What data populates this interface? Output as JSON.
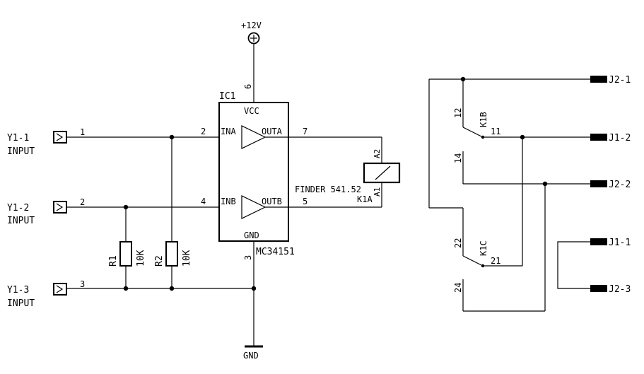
{
  "power": {
    "vcc_net": "+12V",
    "gnd_net": "GND"
  },
  "inputs": [
    {
      "name": "Y1-1",
      "type": "INPUT",
      "pin": "1"
    },
    {
      "name": "Y1-2",
      "type": "INPUT",
      "pin": "2"
    },
    {
      "name": "Y1-3",
      "type": "INPUT",
      "pin": "3"
    }
  ],
  "ic": {
    "ref": "IC1",
    "part": "MC34151",
    "vcc_label": "VCC",
    "gnd_label": "GND",
    "vcc_pin": "6",
    "gnd_pin": "3",
    "channels": [
      {
        "in_label": "INA",
        "out_label": "OUTA",
        "in_pin": "2",
        "out_pin": "7"
      },
      {
        "in_label": "INB",
        "out_label": "OUTB",
        "in_pin": "4",
        "out_pin": "5"
      }
    ]
  },
  "resistors": [
    {
      "ref": "R1",
      "value": "10K"
    },
    {
      "ref": "R2",
      "value": "10K"
    }
  ],
  "relay": {
    "ref": "K1A",
    "part": "FINDER 541.52",
    "pin_a2": "A2",
    "pin_a1": "A1"
  },
  "contacts": [
    {
      "ref": "K1B",
      "pin_nc": "12",
      "pin_com": "11",
      "pin_no": "14"
    },
    {
      "ref": "K1C",
      "pin_nc": "22",
      "pin_com": "21",
      "pin_no": "24"
    }
  ],
  "connectors": [
    "J2-1",
    "J1-2",
    "J2-2",
    "J1-1",
    "J2-3"
  ]
}
